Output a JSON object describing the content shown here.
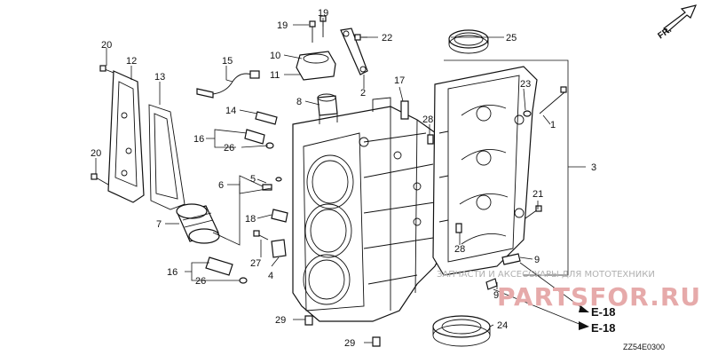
{
  "diagram": {
    "code": "ZZ54E0300",
    "direction_label": "FR.",
    "references": [
      "E-18",
      "E-18"
    ],
    "watermark": {
      "caption": "ЗАПЧАСТИ И АКСЕССУАРЫ ДЛЯ МОТОТЕХНИКИ",
      "brand": "PARTSFOR.RU"
    },
    "callouts": [
      "1",
      "2",
      "3",
      "4",
      "5",
      "6",
      "7",
      "8",
      "9",
      "9",
      "10",
      "11",
      "12",
      "13",
      "14",
      "15",
      "16",
      "16",
      "17",
      "18",
      "19",
      "19",
      "20",
      "20",
      "21",
      "22",
      "23",
      "24",
      "25",
      "26",
      "26",
      "27",
      "28",
      "28",
      "29",
      "29"
    ]
  }
}
